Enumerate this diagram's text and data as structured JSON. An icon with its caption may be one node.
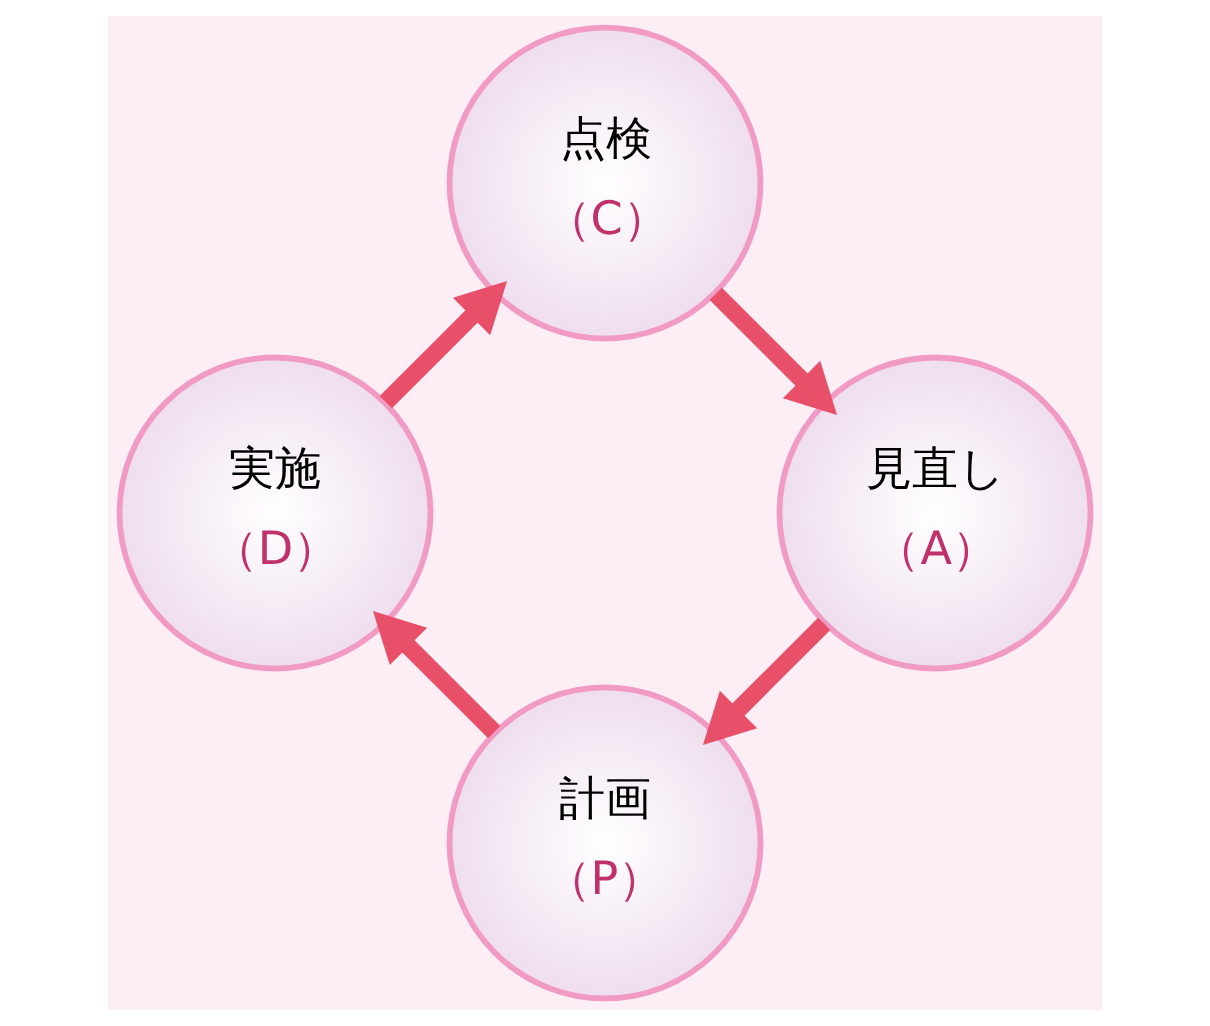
{
  "diagram": {
    "nodes": [
      {
        "text": [
          "計画",
          "（P）"
        ]
      },
      {
        "text": [
          "見直し",
          "（A）"
        ]
      },
      {
        "text": [
          "実施",
          "（D）"
        ]
      },
      {
        "text": [
          "点検",
          "（C）"
        ]
      }
    ],
    "edges": [
      {
        "from": 0,
        "to": 2,
        "arrow": "to"
      },
      {
        "from": 2,
        "to": 3,
        "arrow": "to"
      },
      {
        "from": 3,
        "to": 1,
        "arrow": "to"
      },
      {
        "from": 1,
        "to": 0,
        "arrow": "to"
      }
    ]
  }
}
